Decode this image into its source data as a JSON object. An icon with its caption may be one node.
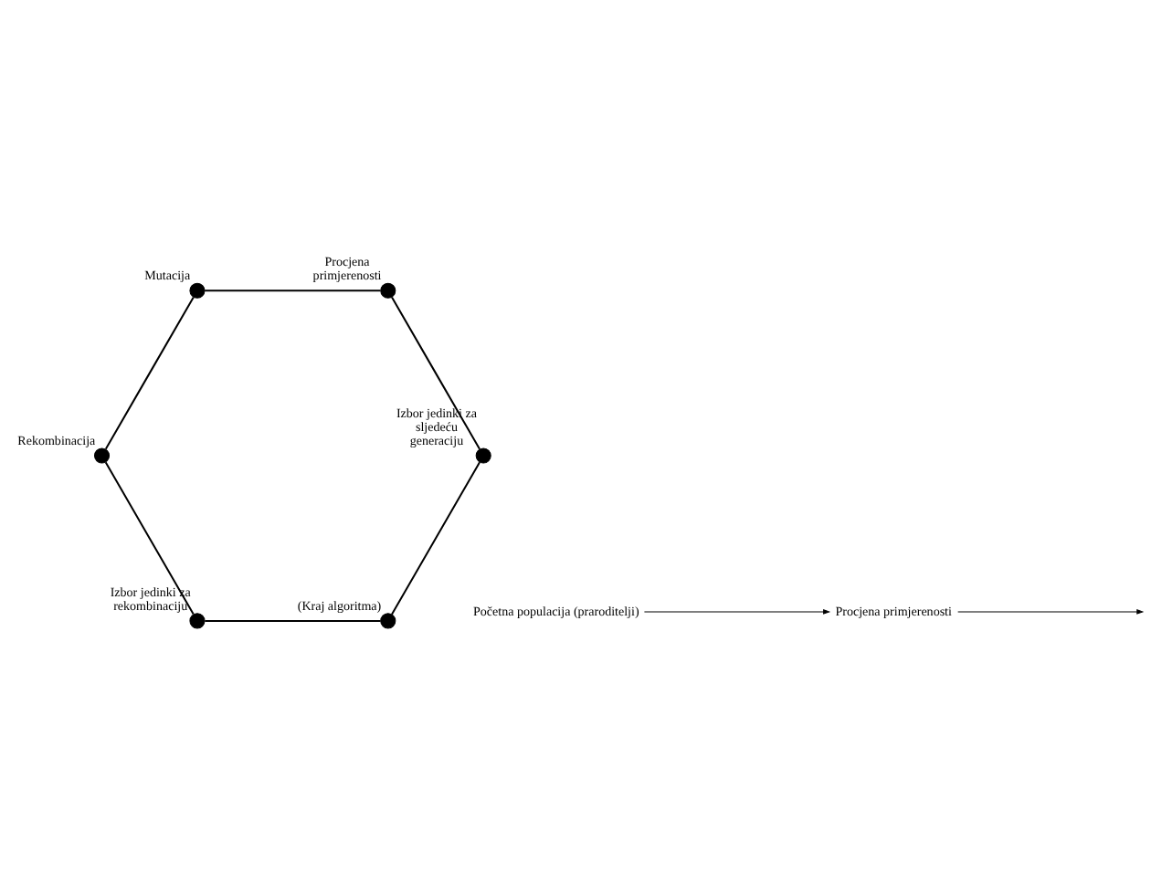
{
  "diagram": {
    "nodes": [
      {
        "text": [
          "Početna populacija (praroditelji)"
        ]
      },
      {
        "text": [
          "Procjena primjerenosti"
        ]
      },
      {
        "text": [],
        "shape": "circle",
        "beside": [
          "(Kraj algoritma)"
        ]
      },
      {
        "text": [],
        "shape": "circle",
        "beside": [
          "Izbor jedinki za rekombinaciju"
        ]
      },
      {
        "text": [],
        "shape": "circle",
        "beside": [
          "Izbor jedinki za sljedeću generaciju"
        ]
      },
      {
        "text": [],
        "shape": "circle",
        "beside": [
          "Rekombinacija"
        ]
      },
      {
        "text": [],
        "shape": "circle",
        "beside": [
          "Procjena primjerenosti"
        ]
      },
      {
        "text": [],
        "shape": "circle",
        "beside": [
          "Mutacija"
        ]
      }
    ],
    "edges": [
      {
        "from": 0,
        "to": 1,
        "arrow": "to"
      },
      {
        "from": 1,
        "to": null,
        "arrow": "to"
      },
      {
        "from": 3,
        "to": 5,
        "arrow": "none"
      },
      {
        "from": 5,
        "to": 7,
        "arrow": "none"
      },
      {
        "from": 7,
        "to": 6,
        "arrow": "none"
      },
      {
        "from": 6,
        "to": 4,
        "arrow": "none"
      },
      {
        "from": 4,
        "to": 2,
        "arrow": "none"
      },
      {
        "from": 2,
        "to": 3,
        "arrow": "none"
      }
    ]
  }
}
